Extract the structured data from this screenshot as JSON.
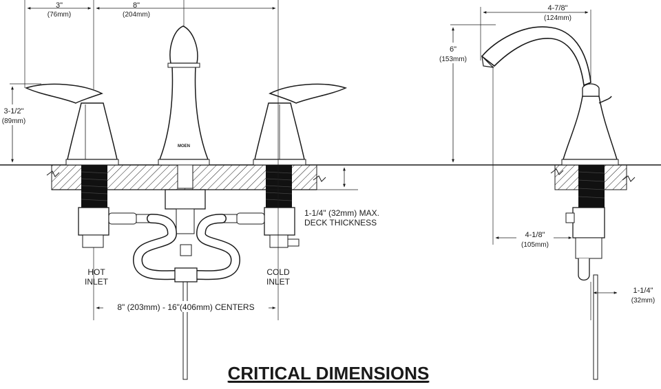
{
  "dimensions": {
    "handle_offset": {
      "inch": "3\"",
      "mm": "(76mm)"
    },
    "spout_to_handle": {
      "inch": "8\"",
      "mm": "(204mm)"
    },
    "handle_height": {
      "inch": "3-1/2\"",
      "mm": "(89mm)"
    },
    "spout_reach": {
      "inch": "4-7/8\"",
      "mm": "(124mm)"
    },
    "spout_height": {
      "inch": "6\"",
      "mm": "(153mm)"
    },
    "supply_reach": {
      "inch": "4-1/8\"",
      "mm": "(105mm)"
    },
    "shank_offset": {
      "inch": "1-1/4\"",
      "mm": "(32mm)"
    }
  },
  "labels": {
    "deck_thickness_1": "1-1/4\" (32mm) MAX.",
    "deck_thickness_2": "DECK THICKNESS",
    "hot_1": "HOT",
    "hot_2": "INLET",
    "cold_1": "COLD",
    "cold_2": "INLET",
    "centers": "8\" (203mm) - 16\"(406mm) CENTERS",
    "brand": "MOEN"
  },
  "title": "CRITICAL DIMENSIONS",
  "colors": {
    "line": "#1a1a1a",
    "hatch": "#1a1a1a",
    "thread": "#111111",
    "background": "#ffffff"
  }
}
